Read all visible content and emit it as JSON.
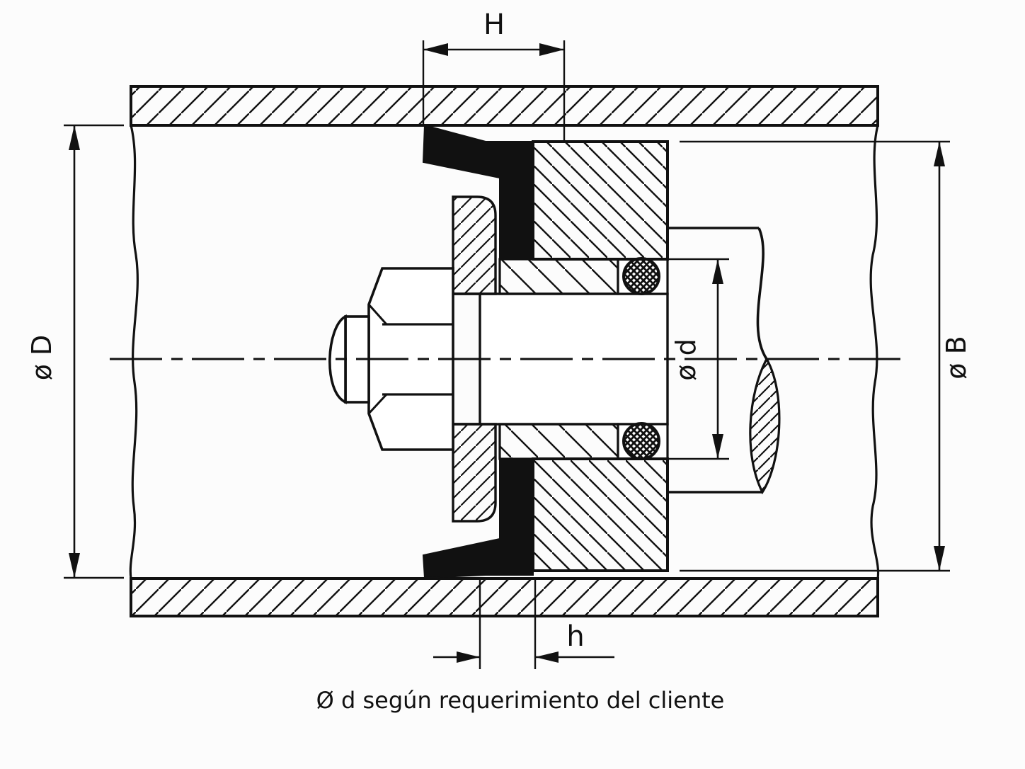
{
  "drawing": {
    "type": "technical-cross-section",
    "dimensions": {
      "width_top": "H",
      "width_bottom": "h",
      "outer_diameter": "ø D",
      "rod_diameter": "ø d",
      "bore_diameter": "ø B"
    },
    "note": "Ø d según requerimiento del cliente",
    "colors": {
      "line": "#111111",
      "background": "#fcfcfc",
      "seal_fill": "#111111",
      "part_fill": "#ffffff"
    }
  }
}
